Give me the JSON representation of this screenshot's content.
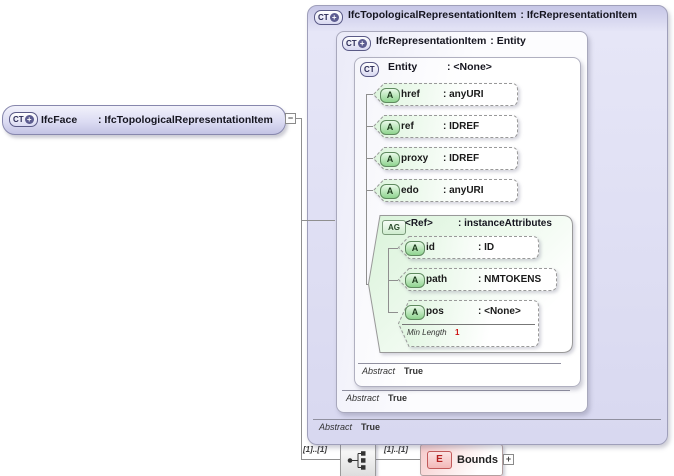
{
  "root": {
    "badge": "CT",
    "badge_plus": "+",
    "name": "IfcFace",
    "type": ": IfcTopologicalRepresentationItem",
    "collapse": "−"
  },
  "hierarchy": {
    "level1": {
      "badge": "CT",
      "badge_plus": "+",
      "name": "IfcTopologicalRepresentationItem",
      "type": ": IfcRepresentationItem",
      "abstract_label": "Abstract",
      "abstract_value": "True"
    },
    "level2": {
      "badge": "CT",
      "badge_plus": "+",
      "name": "IfcRepresentationItem",
      "type": ": Entity",
      "abstract_label": "Abstract",
      "abstract_value": "True"
    },
    "entity": {
      "badge": "CT",
      "name": "Entity",
      "type": ": <None>",
      "abstract_label": "Abstract",
      "abstract_value": "True",
      "attributes": [
        {
          "badge": "A",
          "name": "href",
          "type": ": anyURI"
        },
        {
          "badge": "A",
          "name": "ref",
          "type": ": IDREF"
        },
        {
          "badge": "A",
          "name": "proxy",
          "type": ": IDREF"
        },
        {
          "badge": "A",
          "name": "edo",
          "type": ": anyURI"
        }
      ],
      "ref_group": {
        "badge": "AG",
        "name": "<Ref>",
        "type": ": instanceAttributes",
        "attributes": [
          {
            "badge": "A",
            "name": "id",
            "type": ": ID"
          },
          {
            "badge": "A",
            "name": "path",
            "type": ": NMTOKENS"
          },
          {
            "badge": "A",
            "name": "pos",
            "type": ": <None>",
            "facet_label": "Min Length",
            "facet_value": "1"
          }
        ]
      }
    }
  },
  "content": {
    "cardinality_left": "[1]..[1]",
    "cardinality_right": "[1]..[1]",
    "compositor": "sequence",
    "bounds": {
      "badge": "E",
      "name": "Bounds",
      "expand": "+"
    }
  },
  "colors": {
    "complex_type_fill": "#dcdcf4",
    "attribute_fill": "#ddf4dd",
    "attribute_badge": "#8fd48f",
    "element_fill": "#f3b8b8",
    "facet_value": "#cc1111",
    "connector": "#8f8f8f"
  }
}
